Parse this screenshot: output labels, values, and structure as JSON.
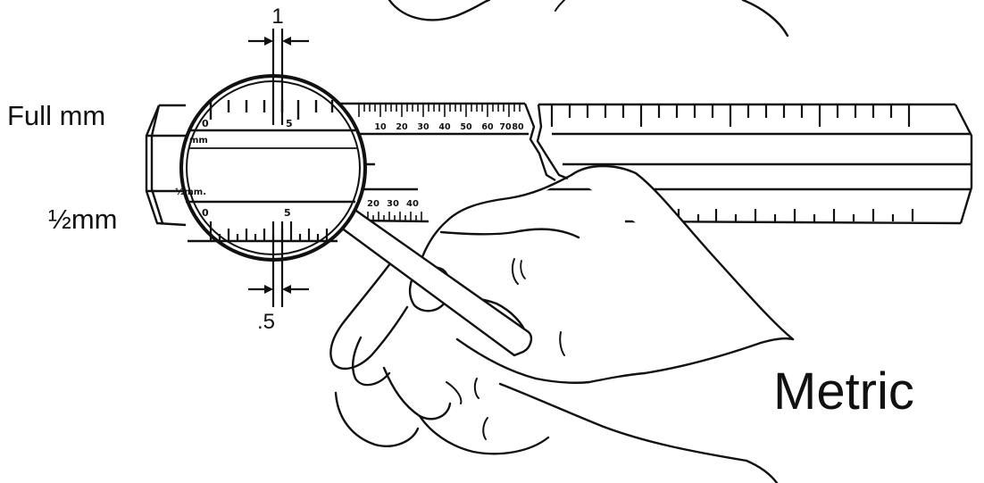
{
  "figure": {
    "title": "Metric",
    "scale_labels": {
      "top": "Full mm",
      "bottom": "½mm"
    },
    "dimension_labels": {
      "top": "1",
      "bottom": ".5"
    },
    "magnifier": {
      "top_scale_numbers": [
        "0",
        "5"
      ],
      "unit_top": "mm",
      "unit_bottom": "½mm.",
      "bottom_scale_numbers": [
        "0",
        "5"
      ]
    },
    "ruler": {
      "top_numbers": [
        "10",
        "20",
        "30",
        "40",
        "50",
        "60",
        "70",
        "80"
      ],
      "bottom_numbers": [
        "20",
        "30",
        "40"
      ]
    }
  }
}
